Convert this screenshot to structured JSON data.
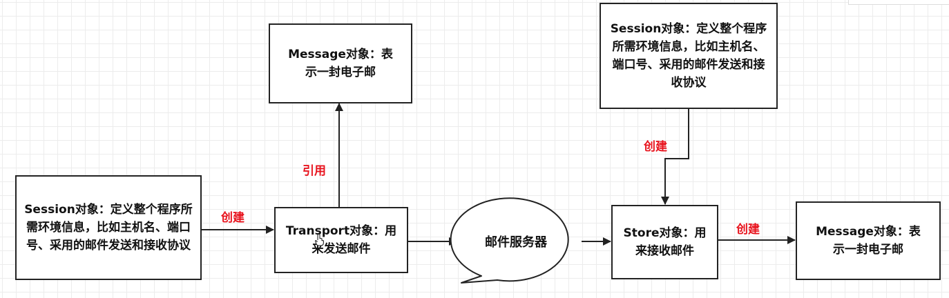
{
  "nodes": {
    "session_left": "Session对象：定义整个程序所需环境信息，比如主机名、端口号、采用的邮件发送和接收协议",
    "transport": "Transport对象：用来发送邮件",
    "message_top": "Message对象：表示一封电子邮",
    "mail_server": "邮件服务器",
    "session_right": "Session对象：定义整个程序所需环境信息，比如主机名、端口号、采用的邮件发送和接收协议",
    "store": "Store对象：用来接收邮件",
    "message_right": "Message对象：表示一封电子邮"
  },
  "edges": {
    "session_to_transport": "创建",
    "transport_to_message": "引用",
    "session_to_store": "创建",
    "store_to_message": "创建"
  },
  "colors": {
    "edge_label": "#e8141e",
    "stroke": "#222222",
    "grid": "#ececec"
  }
}
